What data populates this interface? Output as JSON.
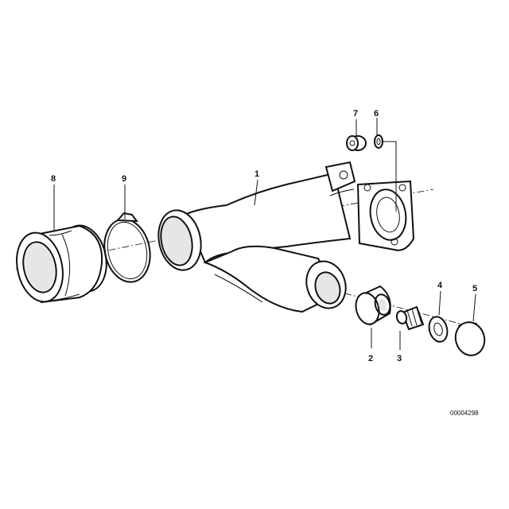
{
  "callouts": [
    {
      "id": "c1",
      "text": "1"
    },
    {
      "id": "c2",
      "text": "2"
    },
    {
      "id": "c3",
      "text": "3"
    },
    {
      "id": "c4",
      "text": "4"
    },
    {
      "id": "c5",
      "text": "5"
    },
    {
      "id": "c6",
      "text": "6"
    },
    {
      "id": "c7",
      "text": "7"
    },
    {
      "id": "c8",
      "text": "8"
    },
    {
      "id": "c9",
      "text": "9"
    }
  ],
  "reference_number": "00004298"
}
